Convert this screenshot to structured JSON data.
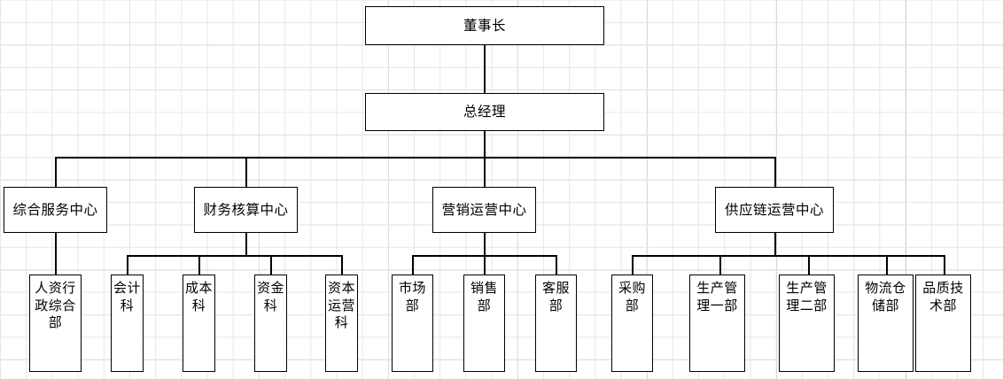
{
  "chart": {
    "type": "org-chart",
    "title": "",
    "background": "spreadsheet-grid",
    "colors": {
      "box_border": "#000000",
      "box_fill": "#ffffff",
      "connector": "#000000",
      "grid_minor": "#e6e6e6",
      "grid_major": "#bfbfbf"
    },
    "levels": 4
  },
  "nodes": {
    "chairman": {
      "label": "董事长"
    },
    "general_manager": {
      "label": "总经理"
    },
    "centers": [
      {
        "label": "综合服务中心"
      },
      {
        "label": "财务核算中心"
      },
      {
        "label": "营销运营中心"
      },
      {
        "label": "供应链运营中心"
      }
    ],
    "departments": [
      {
        "label": "人资行政综合部",
        "parent": "综合服务中心"
      },
      {
        "label": "会计科",
        "parent": "财务核算中心"
      },
      {
        "label": "成本科",
        "parent": "财务核算中心"
      },
      {
        "label": "资金科",
        "parent": "财务核算中心"
      },
      {
        "label": "资本运营科",
        "parent": "财务核算中心"
      },
      {
        "label": "市场部",
        "parent": "营销运营中心"
      },
      {
        "label": "销售部",
        "parent": "营销运营中心"
      },
      {
        "label": "客服部",
        "parent": "营销运营中心"
      },
      {
        "label": "采购部",
        "parent": "供应链运营中心"
      },
      {
        "label": "生产管理一部",
        "parent": "供应链运营中心"
      },
      {
        "label": "生产管理二部",
        "parent": "供应链运营中心"
      },
      {
        "label": "物流仓储部",
        "parent": "供应链运营中心"
      },
      {
        "label": "品质技术部",
        "parent": "供应链运营中心"
      }
    ]
  }
}
